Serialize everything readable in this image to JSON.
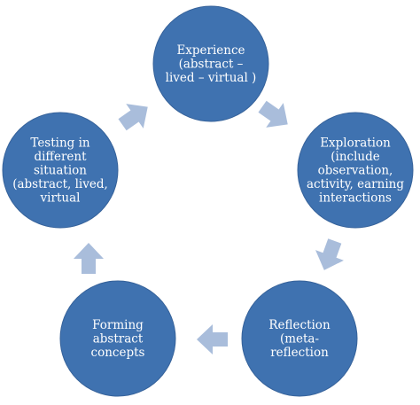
{
  "diagram": {
    "node_fill": "#3f72b0",
    "node_edge": "#36629a",
    "arrow_fill": "#a9bddb",
    "nodes": [
      {
        "id": "experience",
        "lines": [
          "Experience",
          "(abstract –",
          "lived – virtual )"
        ]
      },
      {
        "id": "exploration",
        "lines": [
          "Exploration",
          "(include",
          "observation,",
          "activity, earning",
          "interactions"
        ]
      },
      {
        "id": "reflection",
        "lines": [
          "Reflection",
          "(meta-",
          "reflection"
        ]
      },
      {
        "id": "forming-abstract-concepts",
        "lines": [
          "Forming",
          "abstract",
          "concepts"
        ]
      },
      {
        "id": "testing",
        "lines": [
          "Testing in",
          "different",
          "situation",
          "(abstract, lived,",
          "virtual"
        ]
      }
    ],
    "arrows": [
      {
        "from": "experience",
        "to": "exploration",
        "icon": "arrow-right-down-icon"
      },
      {
        "from": "exploration",
        "to": "reflection",
        "icon": "arrow-down-icon"
      },
      {
        "from": "reflection",
        "to": "forming-abstract-concepts",
        "icon": "arrow-left-icon"
      },
      {
        "from": "forming-abstract-concepts",
        "to": "testing",
        "icon": "arrow-up-icon"
      },
      {
        "from": "testing",
        "to": "experience",
        "icon": "arrow-right-up-icon"
      }
    ]
  }
}
